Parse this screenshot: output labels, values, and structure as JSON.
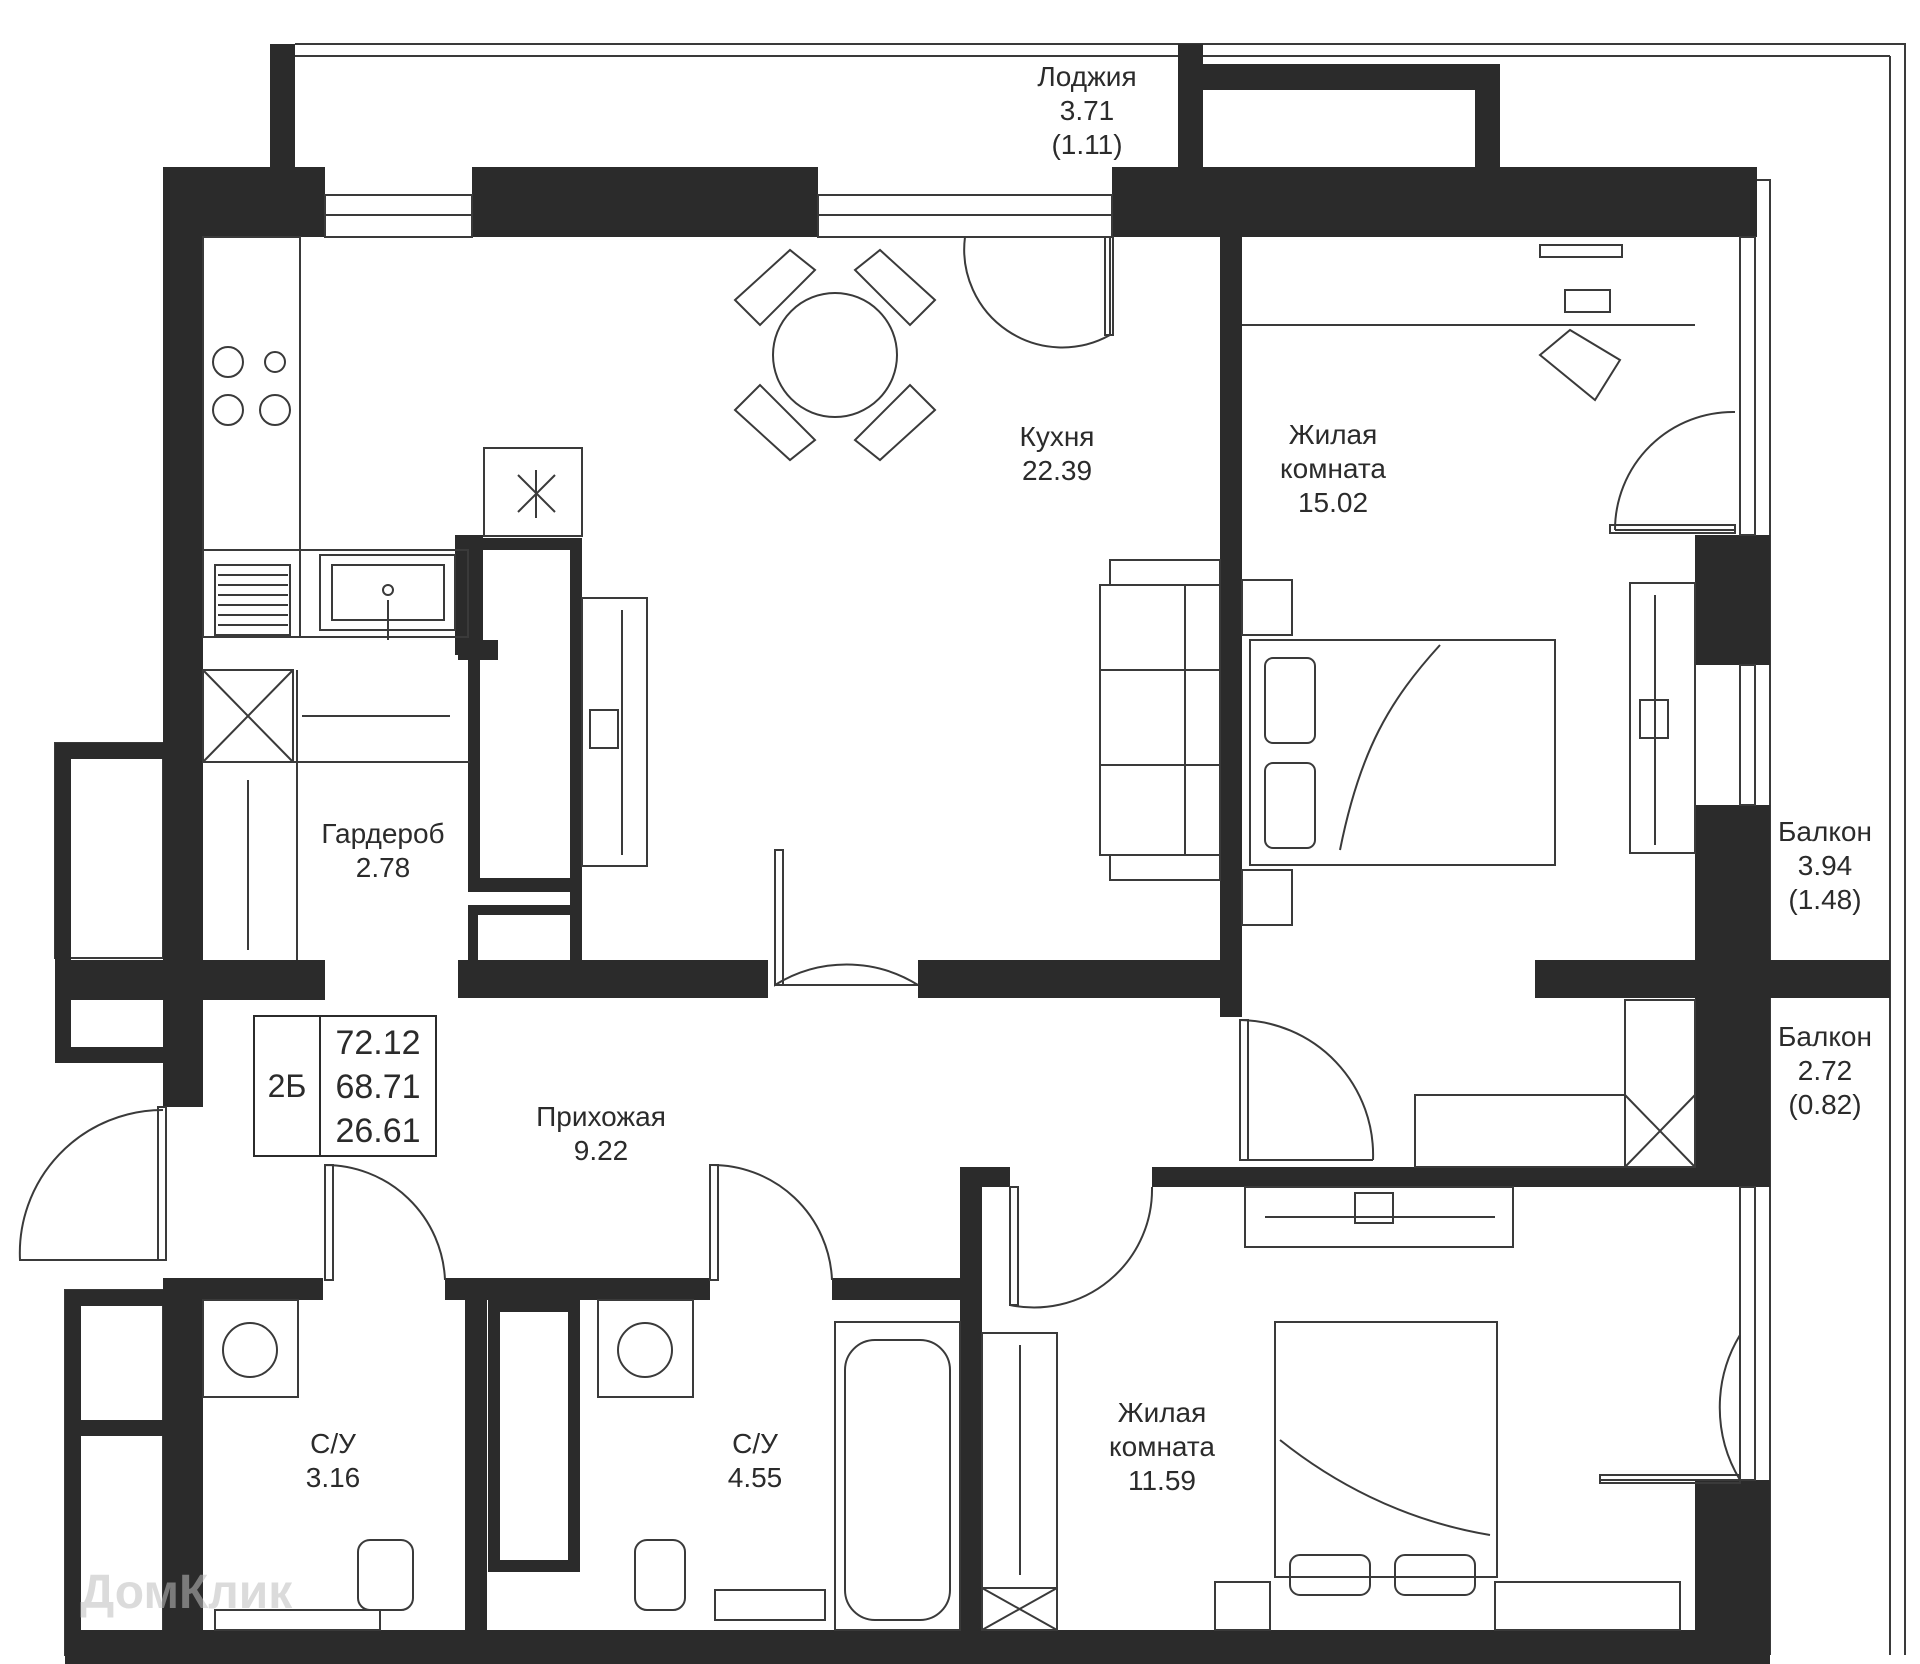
{
  "plan": {
    "apartment_type": "2Б",
    "total_area": "72.12",
    "area_without_balconies": "68.71",
    "living_area": "26.61"
  },
  "rooms": {
    "loggia": {
      "name": "Лоджия",
      "area": "3.71",
      "reduced": "(1.11)"
    },
    "kitchen": {
      "name": "Кухня",
      "area": "22.39"
    },
    "bedroom1": {
      "name1": "Жилая",
      "name2": "комната",
      "area": "15.02"
    },
    "wardrobe": {
      "name": "Гардероб",
      "area": "2.78"
    },
    "balcony1": {
      "name": "Балкон",
      "area": "3.94",
      "reduced": "(1.48)"
    },
    "balcony2": {
      "name": "Балкон",
      "area": "2.72",
      "reduced": "(0.82)"
    },
    "hallway": {
      "name": "Прихожая",
      "area": "9.22"
    },
    "bathroom1": {
      "name": "С/У",
      "area": "3.16"
    },
    "bathroom2": {
      "name": "С/У",
      "area": "4.55"
    },
    "bedroom2": {
      "name1": "Жилая",
      "name2": "комната",
      "area": "11.59"
    }
  },
  "watermark": "ДомКлик",
  "colors": {
    "wall": "#2b2b2b",
    "line": "#3a3a3a",
    "background": "#ffffff"
  }
}
